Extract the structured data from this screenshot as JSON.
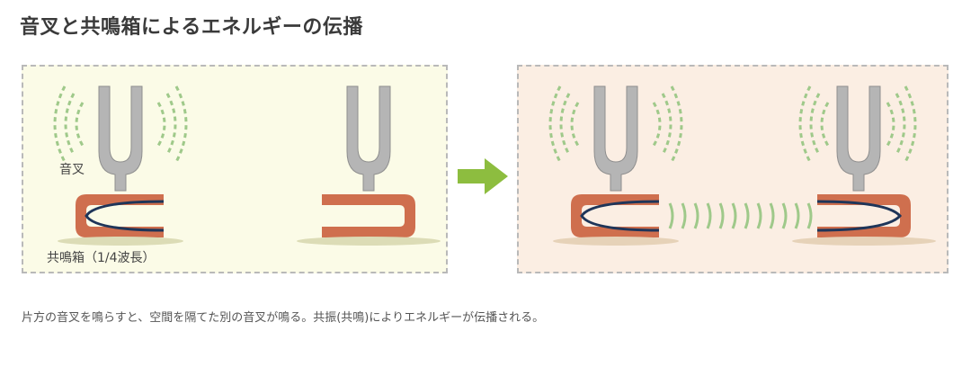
{
  "title": "音叉と共鳴箱によるエネルギーの伝播",
  "left_panel": {
    "fork_label": "音叉",
    "box_label": "共鳴箱（1/4波長）"
  },
  "caption": "片方の音叉を鳴らすと、空間を隔てた別の音叉が鳴る。共振(共鳴)によりエネルギーが伝播される。",
  "colors": {
    "wave": "#9fc98a",
    "box": "#cf6f4e",
    "fork": "#b5b5b5",
    "arrow": "#8dbd3f",
    "left_bg": "#fbfbe7",
    "right_bg": "#fbeee3"
  }
}
